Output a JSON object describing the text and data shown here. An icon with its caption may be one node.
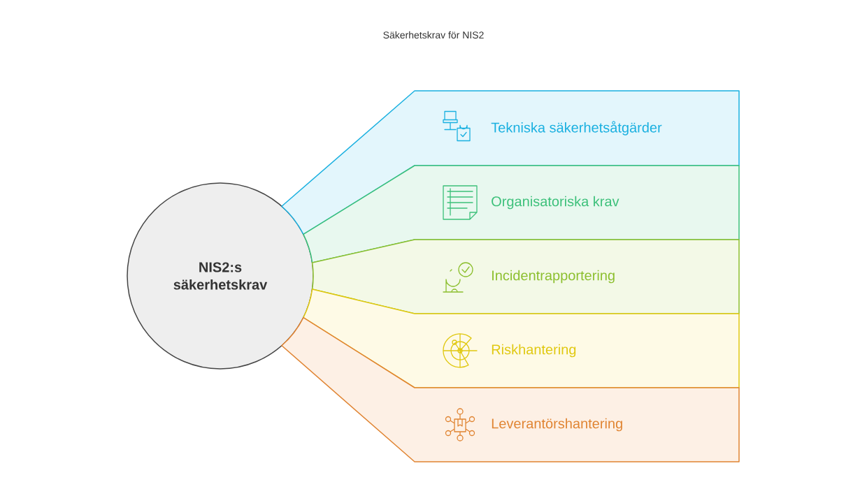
{
  "diagram": {
    "title": "Säkerhetskrav för NIS2",
    "nodes": [
      {
        "text": [
          "NIS2:s säkerhetskrav"
        ]
      },
      {
        "text": [
          "Tekniska säkerhetsåtgärder"
        ]
      },
      {
        "text": [
          "Organisatoriska krav"
        ]
      },
      {
        "text": [
          "Incidentrapportering"
        ]
      },
      {
        "text": [
          "Riskhantering"
        ]
      },
      {
        "text": [
          "Leverantörshantering"
        ]
      }
    ]
  }
}
